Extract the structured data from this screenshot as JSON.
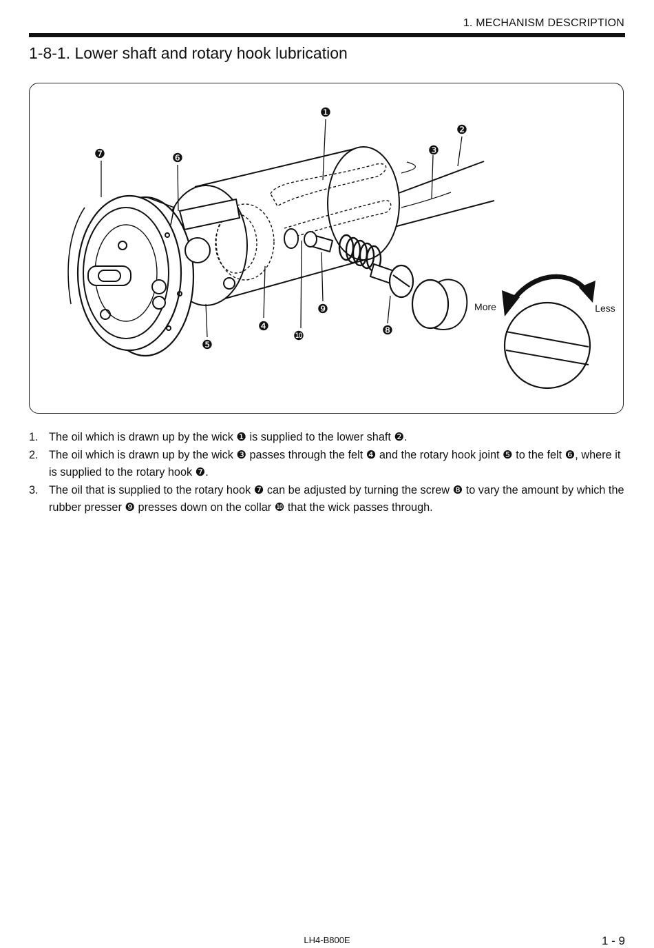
{
  "header": {
    "section": "1. MECHANISM DESCRIPTION"
  },
  "title": "1-8-1. Lower shaft and rotary hook lubrication",
  "figure": {
    "callouts": [
      "❶",
      "❷",
      "❸",
      "❹",
      "❺",
      "❻",
      "❼",
      "❽",
      "❾",
      "❿"
    ],
    "label_more": "More",
    "label_less": "Less"
  },
  "steps": [
    {
      "num": "1.",
      "text": "The oil which is drawn up by the wick ❶ is supplied to the lower shaft ❷."
    },
    {
      "num": "2.",
      "text": "The oil which is drawn up by the wick ❸ passes through the felt ❹ and the rotary hook joint ❺ to the felt ❻, where it is supplied to the rotary hook ❼."
    },
    {
      "num": "3.",
      "text": "The oil that is supplied to the rotary hook ❼ can be adjusted by turning the screw ❽ to vary the amount by which the rubber presser ❾ presses down on the collar ❿ that the wick passes through."
    }
  ],
  "footer": {
    "model": "LH4-B800E",
    "page": "1 - 9"
  }
}
